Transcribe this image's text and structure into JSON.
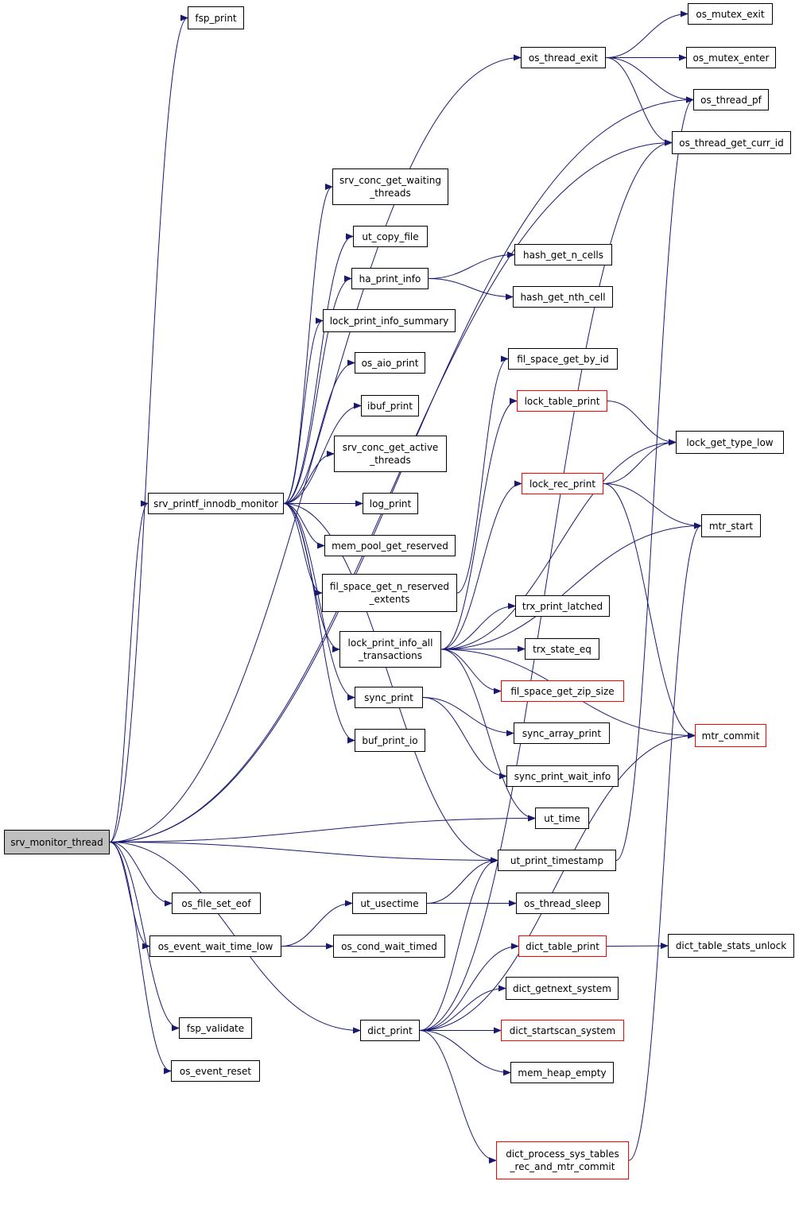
{
  "colors": {
    "edge": "#191970",
    "root_fill": "#bfbfbf",
    "external_border": "#ff0000",
    "node_border": "#000000"
  },
  "nodes": [
    {
      "id": "srv_monitor_thread",
      "label": "srv_monitor_thread",
      "style": "root"
    },
    {
      "id": "fsp_print",
      "label": "fsp_print",
      "style": "normal"
    },
    {
      "id": "os_thread_exit",
      "label": "os_thread_exit",
      "style": "normal"
    },
    {
      "id": "os_mutex_exit",
      "label": "os_mutex_exit",
      "style": "normal"
    },
    {
      "id": "os_mutex_enter",
      "label": "os_mutex_enter",
      "style": "normal"
    },
    {
      "id": "os_thread_pf",
      "label": "os_thread_pf",
      "style": "normal"
    },
    {
      "id": "os_thread_get_curr_id",
      "label": "os_thread_get_curr_id",
      "style": "normal"
    },
    {
      "id": "srv_conc_get_waiting_threads",
      "label": "srv_conc_get_waiting\n_threads",
      "style": "normal"
    },
    {
      "id": "ut_copy_file",
      "label": "ut_copy_file",
      "style": "normal"
    },
    {
      "id": "ha_print_info",
      "label": "ha_print_info",
      "style": "normal"
    },
    {
      "id": "hash_get_n_cells",
      "label": "hash_get_n_cells",
      "style": "normal"
    },
    {
      "id": "hash_get_nth_cell",
      "label": "hash_get_nth_cell",
      "style": "normal"
    },
    {
      "id": "lock_print_info_summary",
      "label": "lock_print_info_summary",
      "style": "normal"
    },
    {
      "id": "os_aio_print",
      "label": "os_aio_print",
      "style": "normal"
    },
    {
      "id": "fil_space_get_by_id",
      "label": "fil_space_get_by_id",
      "style": "normal"
    },
    {
      "id": "ibuf_print",
      "label": "ibuf_print",
      "style": "normal"
    },
    {
      "id": "lock_table_print",
      "label": "lock_table_print",
      "style": "red"
    },
    {
      "id": "lock_get_type_low",
      "label": "lock_get_type_low",
      "style": "normal"
    },
    {
      "id": "srv_conc_get_active_threads",
      "label": "srv_conc_get_active\n_threads",
      "style": "normal"
    },
    {
      "id": "lock_rec_print",
      "label": "lock_rec_print",
      "style": "red"
    },
    {
      "id": "srv_printf_innodb_monitor",
      "label": "srv_printf_innodb_monitor",
      "style": "normal"
    },
    {
      "id": "log_print",
      "label": "log_print",
      "style": "normal"
    },
    {
      "id": "mtr_start",
      "label": "mtr_start",
      "style": "normal"
    },
    {
      "id": "mem_pool_get_reserved",
      "label": "mem_pool_get_reserved",
      "style": "normal"
    },
    {
      "id": "fil_space_get_n_reserved_extents",
      "label": "fil_space_get_n_reserved\n_extents",
      "style": "normal"
    },
    {
      "id": "trx_print_latched",
      "label": "trx_print_latched",
      "style": "normal"
    },
    {
      "id": "lock_print_info_all_transactions",
      "label": "lock_print_info_all\n_transactions",
      "style": "normal"
    },
    {
      "id": "trx_state_eq",
      "label": "trx_state_eq",
      "style": "normal"
    },
    {
      "id": "fil_space_get_zip_size",
      "label": "fil_space_get_zip_size",
      "style": "red"
    },
    {
      "id": "sync_print",
      "label": "sync_print",
      "style": "normal"
    },
    {
      "id": "sync_array_print",
      "label": "sync_array_print",
      "style": "normal"
    },
    {
      "id": "mtr_commit",
      "label": "mtr_commit",
      "style": "red"
    },
    {
      "id": "buf_print_io",
      "label": "buf_print_io",
      "style": "normal"
    },
    {
      "id": "sync_print_wait_info",
      "label": "sync_print_wait_info",
      "style": "normal"
    },
    {
      "id": "ut_time",
      "label": "ut_time",
      "style": "normal"
    },
    {
      "id": "ut_print_timestamp",
      "label": "ut_print_timestamp",
      "style": "normal"
    },
    {
      "id": "os_file_set_eof",
      "label": "os_file_set_eof",
      "style": "normal"
    },
    {
      "id": "ut_usectime",
      "label": "ut_usectime",
      "style": "normal"
    },
    {
      "id": "os_thread_sleep",
      "label": "os_thread_sleep",
      "style": "normal"
    },
    {
      "id": "os_event_wait_time_low",
      "label": "os_event_wait_time_low",
      "style": "normal"
    },
    {
      "id": "os_cond_wait_timed",
      "label": "os_cond_wait_timed",
      "style": "normal"
    },
    {
      "id": "dict_table_print",
      "label": "dict_table_print",
      "style": "red"
    },
    {
      "id": "dict_table_stats_unlock",
      "label": "dict_table_stats_unlock",
      "style": "normal"
    },
    {
      "id": "dict_getnext_system",
      "label": "dict_getnext_system",
      "style": "normal"
    },
    {
      "id": "fsp_validate",
      "label": "fsp_validate",
      "style": "normal"
    },
    {
      "id": "dict_print",
      "label": "dict_print",
      "style": "normal"
    },
    {
      "id": "dict_startscan_system",
      "label": "dict_startscan_system",
      "style": "red"
    },
    {
      "id": "os_event_reset",
      "label": "os_event_reset",
      "style": "normal"
    },
    {
      "id": "mem_heap_empty",
      "label": "mem_heap_empty",
      "style": "normal"
    },
    {
      "id": "dict_process_sys_tables_rec_and_mtr_commit",
      "label": "dict_process_sys_tables\n_rec_and_mtr_commit",
      "style": "red"
    }
  ],
  "edges": [
    [
      "srv_monitor_thread",
      "fsp_print"
    ],
    [
      "srv_monitor_thread",
      "os_thread_exit"
    ],
    [
      "srv_monitor_thread",
      "os_thread_pf"
    ],
    [
      "srv_monitor_thread",
      "os_thread_get_curr_id"
    ],
    [
      "srv_monitor_thread",
      "srv_printf_innodb_monitor"
    ],
    [
      "srv_monitor_thread",
      "ut_time"
    ],
    [
      "srv_monitor_thread",
      "ut_print_timestamp"
    ],
    [
      "srv_monitor_thread",
      "os_file_set_eof"
    ],
    [
      "srv_monitor_thread",
      "os_event_wait_time_low"
    ],
    [
      "srv_monitor_thread",
      "fsp_validate"
    ],
    [
      "srv_monitor_thread",
      "dict_print"
    ],
    [
      "srv_monitor_thread",
      "os_event_reset"
    ],
    [
      "os_thread_exit",
      "os_mutex_exit"
    ],
    [
      "os_thread_exit",
      "os_mutex_enter"
    ],
    [
      "os_thread_exit",
      "os_thread_pf"
    ],
    [
      "os_thread_exit",
      "os_thread_get_curr_id"
    ],
    [
      "srv_printf_innodb_monitor",
      "srv_conc_get_waiting_threads"
    ],
    [
      "srv_printf_innodb_monitor",
      "ut_copy_file"
    ],
    [
      "srv_printf_innodb_monitor",
      "ha_print_info"
    ],
    [
      "srv_printf_innodb_monitor",
      "lock_print_info_summary"
    ],
    [
      "srv_printf_innodb_monitor",
      "os_aio_print"
    ],
    [
      "srv_printf_innodb_monitor",
      "ibuf_print"
    ],
    [
      "srv_printf_innodb_monitor",
      "srv_conc_get_active_threads"
    ],
    [
      "srv_printf_innodb_monitor",
      "log_print"
    ],
    [
      "srv_printf_innodb_monitor",
      "mem_pool_get_reserved"
    ],
    [
      "srv_printf_innodb_monitor",
      "fil_space_get_n_reserved_extents"
    ],
    [
      "srv_printf_innodb_monitor",
      "lock_print_info_all_transactions"
    ],
    [
      "srv_printf_innodb_monitor",
      "sync_print"
    ],
    [
      "srv_printf_innodb_monitor",
      "buf_print_io"
    ],
    [
      "srv_printf_innodb_monitor",
      "ut_print_timestamp"
    ],
    [
      "ha_print_info",
      "hash_get_n_cells"
    ],
    [
      "ha_print_info",
      "hash_get_nth_cell"
    ],
    [
      "fil_space_get_n_reserved_extents",
      "fil_space_get_by_id"
    ],
    [
      "lock_print_info_all_transactions",
      "lock_table_print"
    ],
    [
      "lock_print_info_all_transactions",
      "lock_get_type_low"
    ],
    [
      "lock_print_info_all_transactions",
      "lock_rec_print"
    ],
    [
      "lock_print_info_all_transactions",
      "mtr_start"
    ],
    [
      "lock_print_info_all_transactions",
      "mtr_commit"
    ],
    [
      "lock_print_info_all_transactions",
      "trx_print_latched"
    ],
    [
      "lock_print_info_all_transactions",
      "trx_state_eq"
    ],
    [
      "lock_print_info_all_transactions",
      "fil_space_get_zip_size"
    ],
    [
      "lock_print_info_all_transactions",
      "ut_time"
    ],
    [
      "lock_table_print",
      "lock_get_type_low"
    ],
    [
      "lock_rec_print",
      "lock_get_type_low"
    ],
    [
      "lock_rec_print",
      "mtr_start"
    ],
    [
      "lock_rec_print",
      "mtr_commit"
    ],
    [
      "sync_print",
      "sync_array_print"
    ],
    [
      "sync_print",
      "sync_print_wait_info"
    ],
    [
      "ut_print_timestamp",
      "os_thread_pf"
    ],
    [
      "os_event_wait_time_low",
      "ut_usectime"
    ],
    [
      "os_event_wait_time_low",
      "os_cond_wait_timed"
    ],
    [
      "ut_usectime",
      "ut_print_timestamp"
    ],
    [
      "ut_usectime",
      "os_thread_sleep"
    ],
    [
      "dict_print",
      "ut_print_timestamp"
    ],
    [
      "dict_print",
      "dict_table_print"
    ],
    [
      "dict_print",
      "dict_getnext_system"
    ],
    [
      "dict_print",
      "dict_startscan_system"
    ],
    [
      "dict_print",
      "mem_heap_empty"
    ],
    [
      "dict_print",
      "dict_process_sys_tables_rec_and_mtr_commit"
    ],
    [
      "dict_print",
      "mtr_commit"
    ],
    [
      "dict_print",
      "os_thread_get_curr_id"
    ],
    [
      "dict_table_print",
      "dict_table_stats_unlock"
    ],
    [
      "dict_process_sys_tables_rec_and_mtr_commit",
      "mtr_start"
    ]
  ]
}
